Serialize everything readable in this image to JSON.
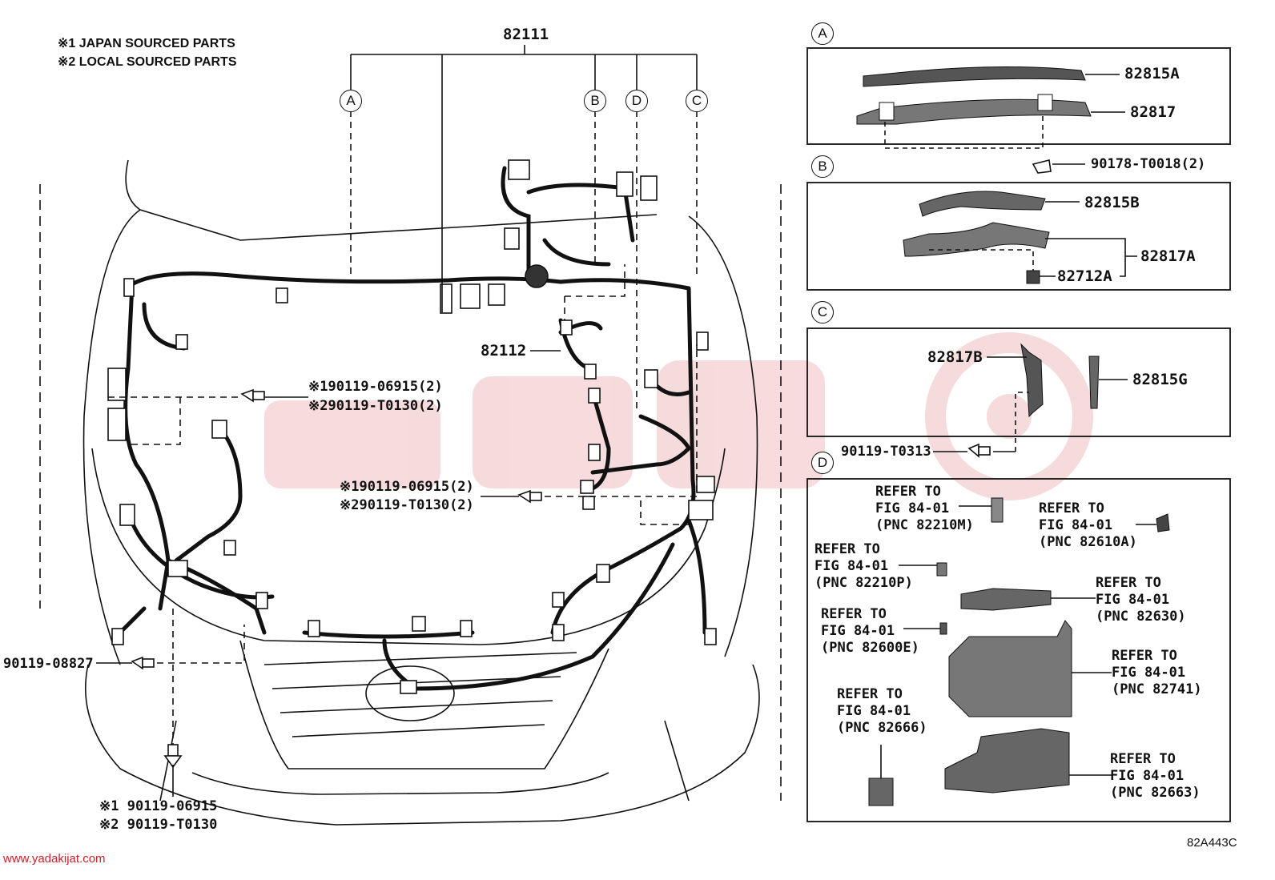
{
  "notes": {
    "japan": "※1 JAPAN SOURCED PARTS",
    "local": "※2 LOCAL SOURCED PARTS"
  },
  "main_parts": {
    "harness": "82111",
    "sub_harness": "82112",
    "bolt_left_1": "※190119-06915(2)",
    "bolt_left_2": "※290119-T0130(2)",
    "bolt_mid_1": "※190119-06915(2)",
    "bolt_mid_2": "※290119-T0130(2)",
    "bolt_bottom_left": "90119-08827",
    "bolt_bottom_1": "※1 90119-06915",
    "bolt_bottom_2": "※2 90119-T0130"
  },
  "callouts": [
    "A",
    "B",
    "D",
    "C"
  ],
  "panel_a": {
    "letter": "A",
    "parts": [
      "82815A",
      "82817",
      "90178-T0018(2)"
    ]
  },
  "panel_b": {
    "letter": "B",
    "parts": [
      "82815B",
      "82817A",
      "82712A"
    ]
  },
  "panel_c": {
    "letter": "C",
    "parts": [
      "82817B",
      "82815G",
      "90119-T0313"
    ]
  },
  "panel_d": {
    "letter": "D",
    "refs": [
      "REFER TO\nFIG 84-01\n(PNC 82210M)",
      "REFER TO\nFIG 84-01\n(PNC 82610A)",
      "REFER TO\nFIG 84-01\n(PNC 82210P)",
      "REFER TO\nFIG 84-01\n(PNC 82630)",
      "REFER TO\nFIG 84-01\n(PNC 82600E)",
      "REFER TO\nFIG 84-01\n(PNC 82741)",
      "REFER TO\nFIG 84-01\n(PNC 82666)",
      "REFER TO\nFIG 84-01\n(PNC 82663)"
    ]
  },
  "footer": {
    "website": "www.yadakijat.com",
    "diagram_code": "82A443C"
  },
  "colors": {
    "line": "#111111",
    "watermark": "#f2c4c6",
    "website": "#d01f2a"
  }
}
